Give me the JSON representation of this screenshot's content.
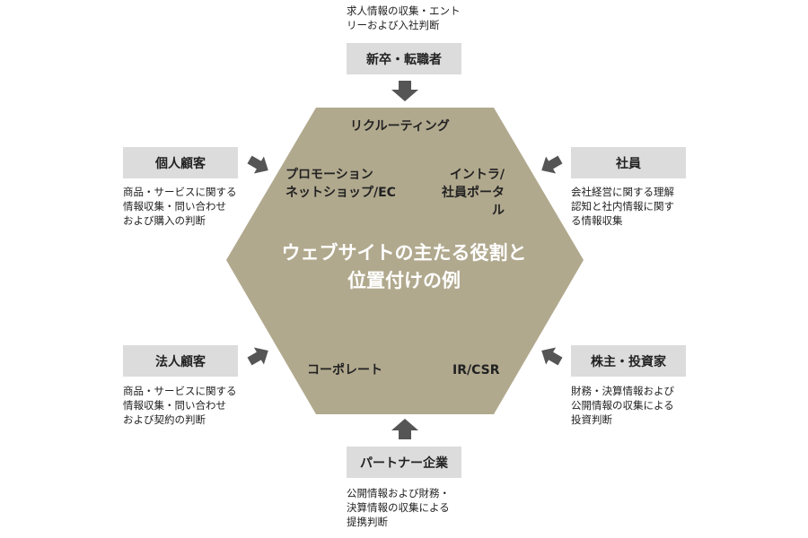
{
  "center_title": "ウェブサイトの主たる役割と\n位置付けの例",
  "hex_labels": {
    "top": "リクルーティング",
    "top_left": "プロモーション\nネットショップ/EC",
    "top_right": "イントラ/\n社員ポータル",
    "bottom_left": "コーポレート",
    "bottom_right": "IR/CSR"
  },
  "stakeholders": {
    "new_grad": {
      "label": "新卒・転職者",
      "desc": "求人情報の収集・エント\nリーおよび入社判断"
    },
    "individual": {
      "label": "個人顧客",
      "desc": "商品・サービスに関する\n情報収集・問い合わせ\nおよび購入の判断"
    },
    "employee": {
      "label": "社員",
      "desc": "会社経営に関する理解\n認知と社内情報に関す\nる情報収集"
    },
    "corporate": {
      "label": "法人顧客",
      "desc": "商品・サービスに関する\n情報収集・問い合わせ\nおよび契約の判断"
    },
    "shareholder": {
      "label": "株主・投資家",
      "desc": "財務・決算情報および\n公開情報の収集による\n投資判断"
    },
    "partner": {
      "label": "パートナー企業",
      "desc": "公開情報および財務・\n決算情報の収集による\n提携判断"
    }
  },
  "colors": {
    "hexagon": "#b1a98e",
    "box": "#dcdcdc",
    "arrow": "#555555"
  }
}
